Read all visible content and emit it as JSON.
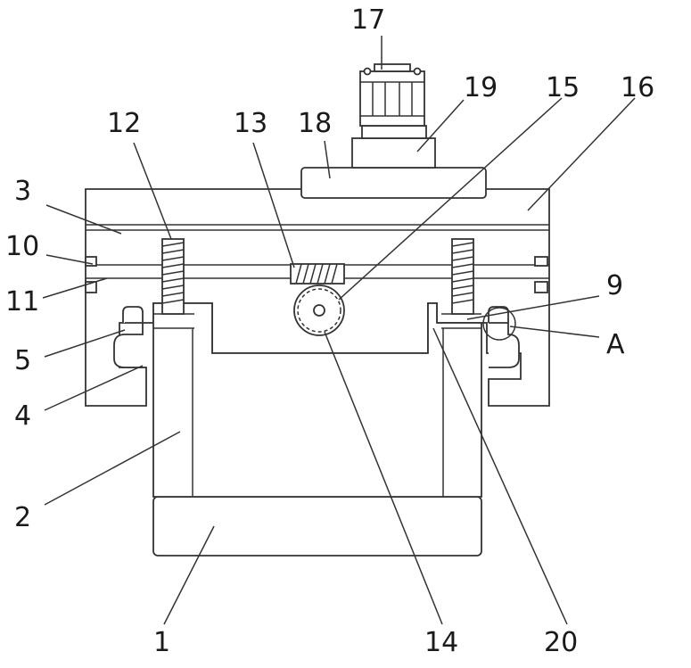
{
  "labels": [
    {
      "id": "1",
      "text": "1"
    },
    {
      "id": "2",
      "text": "2"
    },
    {
      "id": "3",
      "text": "3"
    },
    {
      "id": "4",
      "text": "4"
    },
    {
      "id": "5",
      "text": "5"
    },
    {
      "id": "9",
      "text": "9"
    },
    {
      "id": "10",
      "text": "10"
    },
    {
      "id": "11",
      "text": "11"
    },
    {
      "id": "12",
      "text": "12"
    },
    {
      "id": "13",
      "text": "13"
    },
    {
      "id": "14",
      "text": "14"
    },
    {
      "id": "15",
      "text": "15"
    },
    {
      "id": "16",
      "text": "16"
    },
    {
      "id": "17",
      "text": "17"
    },
    {
      "id": "18",
      "text": "18"
    },
    {
      "id": "19",
      "text": "19"
    },
    {
      "id": "20",
      "text": "20"
    },
    {
      "id": "A",
      "text": "A"
    }
  ]
}
